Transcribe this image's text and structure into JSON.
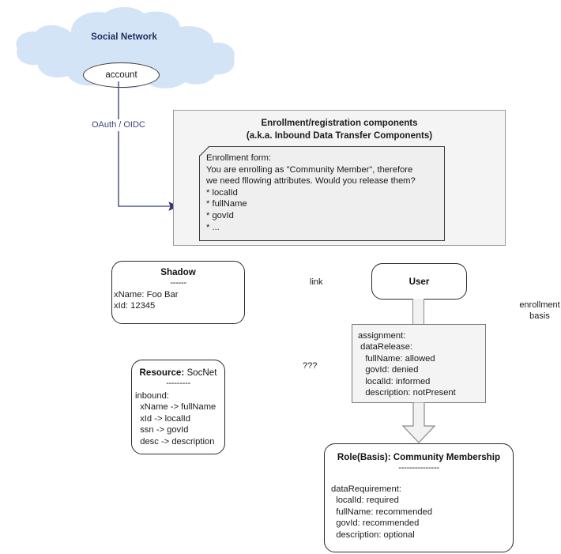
{
  "diagram": {
    "cloud": {
      "title": "Social Network",
      "account_label": "account",
      "fill_color": "#d4e4f7",
      "title_color": "#222a5c"
    },
    "connectors": {
      "oauth_label": "OAuth / OIDC",
      "oauth_line_color": "#333a73"
    },
    "enrollment": {
      "title_line1": "Enrollment/registration components",
      "title_line2": "(a.k.a. Inbound Data Transfer Components)",
      "note_text": "Enrollment form:\nYou are enrolling as \"Community Member\", therefore\nwe need fllowing attributes. Would you release them?\n* localId\n* fullName\n* govId\n* ...",
      "panel_fill": "#f4f4f4",
      "note_fill": "#efefef"
    },
    "shadow": {
      "title": "Shadow",
      "rule": "------",
      "body": "xName: Foo Bar\nxId: 12345"
    },
    "resource": {
      "title_bold": "Resource:",
      "title_plain": " SocNet",
      "rule": "---------",
      "body": "inbound:\n  xName -> fullName\n  xId -> localId\n  ssn -> govId\n  desc -> description"
    },
    "user": {
      "title": "User"
    },
    "assignment": {
      "text": "assignment:\n dataRelease:\n   fullName: allowed\n   govId: denied\n   localId: informed\n   description: notPresent",
      "fill": "#f4f4f4"
    },
    "role": {
      "title": "Role(Basis): Community Membership",
      "rule": "---------------",
      "body": "dataRequirement:\n  localId: required\n  fullName: recommended\n  govId: recommended\n  description: optional"
    },
    "labels": {
      "link": "link",
      "question": "???",
      "enrollment_basis": "enrollment basis"
    },
    "arrows": {
      "block_arrow_fill": "#f2f2f2",
      "block_arrow_stroke": "#8a8a8a"
    }
  }
}
